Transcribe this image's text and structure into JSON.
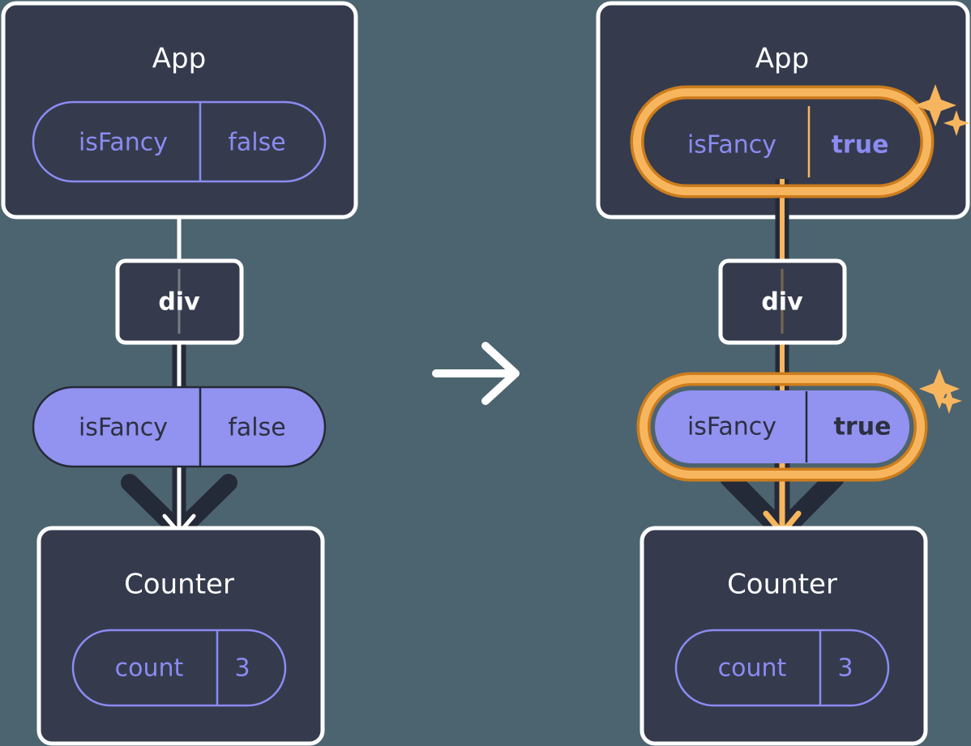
{
  "diagram": {
    "type": "react-state-propagation-diagram",
    "transition_icon": "arrow-right-icon",
    "colors": {
      "background": "#4c646f",
      "panel": "#353b4d",
      "panel_border": "#ffffff",
      "pill_purple_fill": "#9292f0",
      "pill_purple_stroke": "#252a38",
      "pill_outline_stroke": "#8b8bf2",
      "pill_outline_text": "#8b8bf2",
      "highlight_light": "#f7b65e",
      "highlight_dark": "#cd7d1d",
      "edge_dark": "#252a38",
      "edge_white": "#ffffff",
      "text_light": "#ffffff",
      "text_dark": "#2c3040"
    },
    "panels": [
      {
        "id": "before",
        "app": {
          "title": "App",
          "state_pill": {
            "name": "isFancy",
            "value": "false",
            "style": "outline",
            "highlighted": false,
            "bold_value": false
          }
        },
        "div": {
          "title": "div"
        },
        "prop_pill": {
          "name": "isFancy",
          "value": "false",
          "style": "filled",
          "highlighted": false,
          "bold_value": false
        },
        "counter": {
          "title": "Counter",
          "state_pill": {
            "name": "count",
            "value": "3",
            "style": "outline",
            "highlighted": false,
            "bold_value": false
          }
        },
        "edges": {
          "app_to_div": "white",
          "div_to_prop": "white-on-dark",
          "prop_to_counter": "white-on-dark"
        },
        "sparkles": []
      },
      {
        "id": "after",
        "app": {
          "title": "App",
          "state_pill": {
            "name": "isFancy",
            "value": "true",
            "style": "outline",
            "highlighted": true,
            "bold_value": true
          }
        },
        "div": {
          "title": "div"
        },
        "prop_pill": {
          "name": "isFancy",
          "value": "true",
          "style": "filled",
          "highlighted": true,
          "bold_value": true
        },
        "counter": {
          "title": "Counter",
          "state_pill": {
            "name": "count",
            "value": "3",
            "style": "outline",
            "highlighted": false,
            "bold_value": false
          }
        },
        "edges": {
          "app_to_div": "amber",
          "div_to_prop": "amber-on-dark",
          "prop_to_counter": "amber-on-dark"
        },
        "sparkles": [
          {
            "name": "sparkle-large-icon",
            "size": "large"
          },
          {
            "name": "sparkle-small-icon",
            "size": "small"
          }
        ]
      }
    ]
  }
}
